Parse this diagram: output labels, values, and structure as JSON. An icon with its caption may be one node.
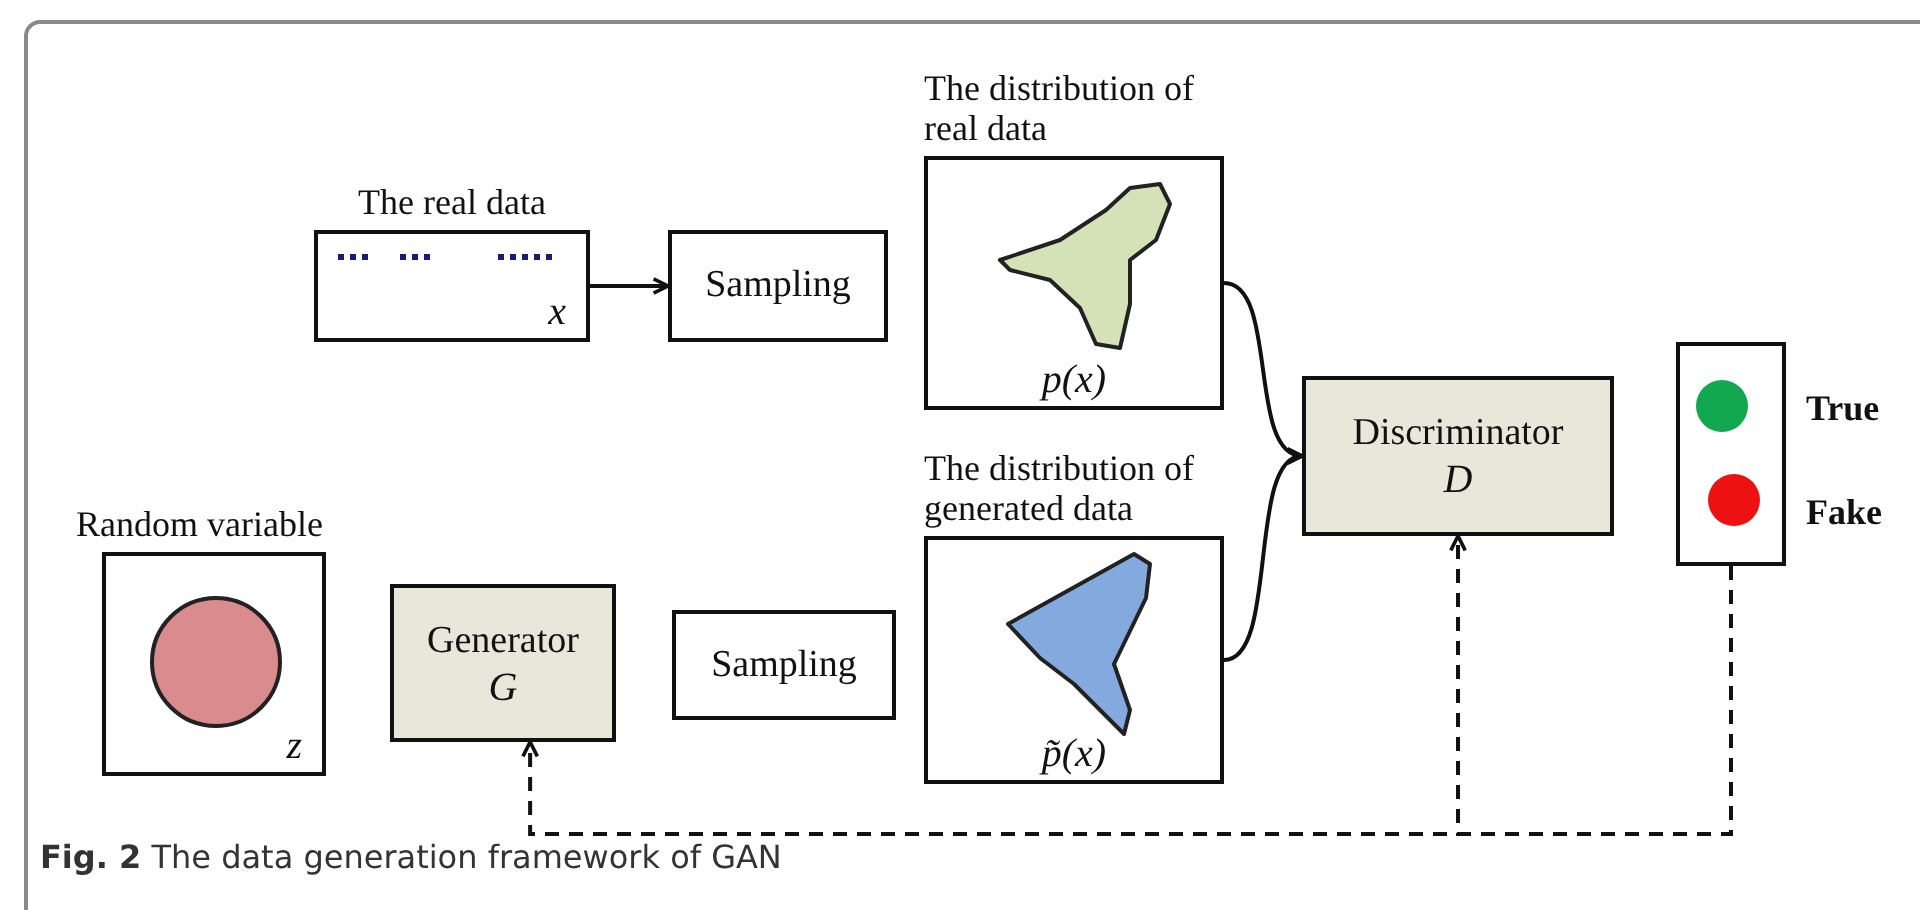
{
  "diagram": {
    "caption": "**Fig. 2** The data generation framework of GAN",
    "nodes": [
      {
        "text": [
          "The real data",
          "x"
        ]
      },
      {
        "text": [
          "Sampling"
        ]
      },
      {
        "text": [
          "The distribution of real data",
          "p(x)"
        ]
      },
      {
        "text": [
          "The distribution of generated data",
          "p̃(x)"
        ]
      },
      {
        "text": [
          "Discriminator",
          "D"
        ]
      },
      {
        "text": [],
        "shape": "box",
        "beside": [
          "True",
          "Fake"
        ]
      },
      {
        "text": [
          "Random variable",
          "z"
        ]
      },
      {
        "text": [
          "Generator",
          "G"
        ]
      },
      {
        "text": [
          "Sampling"
        ]
      }
    ],
    "edges": [
      {
        "from": 0,
        "to": 1,
        "arrow": "to"
      },
      {
        "from": 2,
        "to": 4,
        "arrow": "to"
      },
      {
        "from": 3,
        "to": 4,
        "arrow": "to"
      },
      {
        "from": 5,
        "to": 4,
        "arrow": "to",
        "style": "dashed"
      },
      {
        "from": 5,
        "to": 7,
        "arrow": "to",
        "style": "dashed"
      }
    ]
  }
}
